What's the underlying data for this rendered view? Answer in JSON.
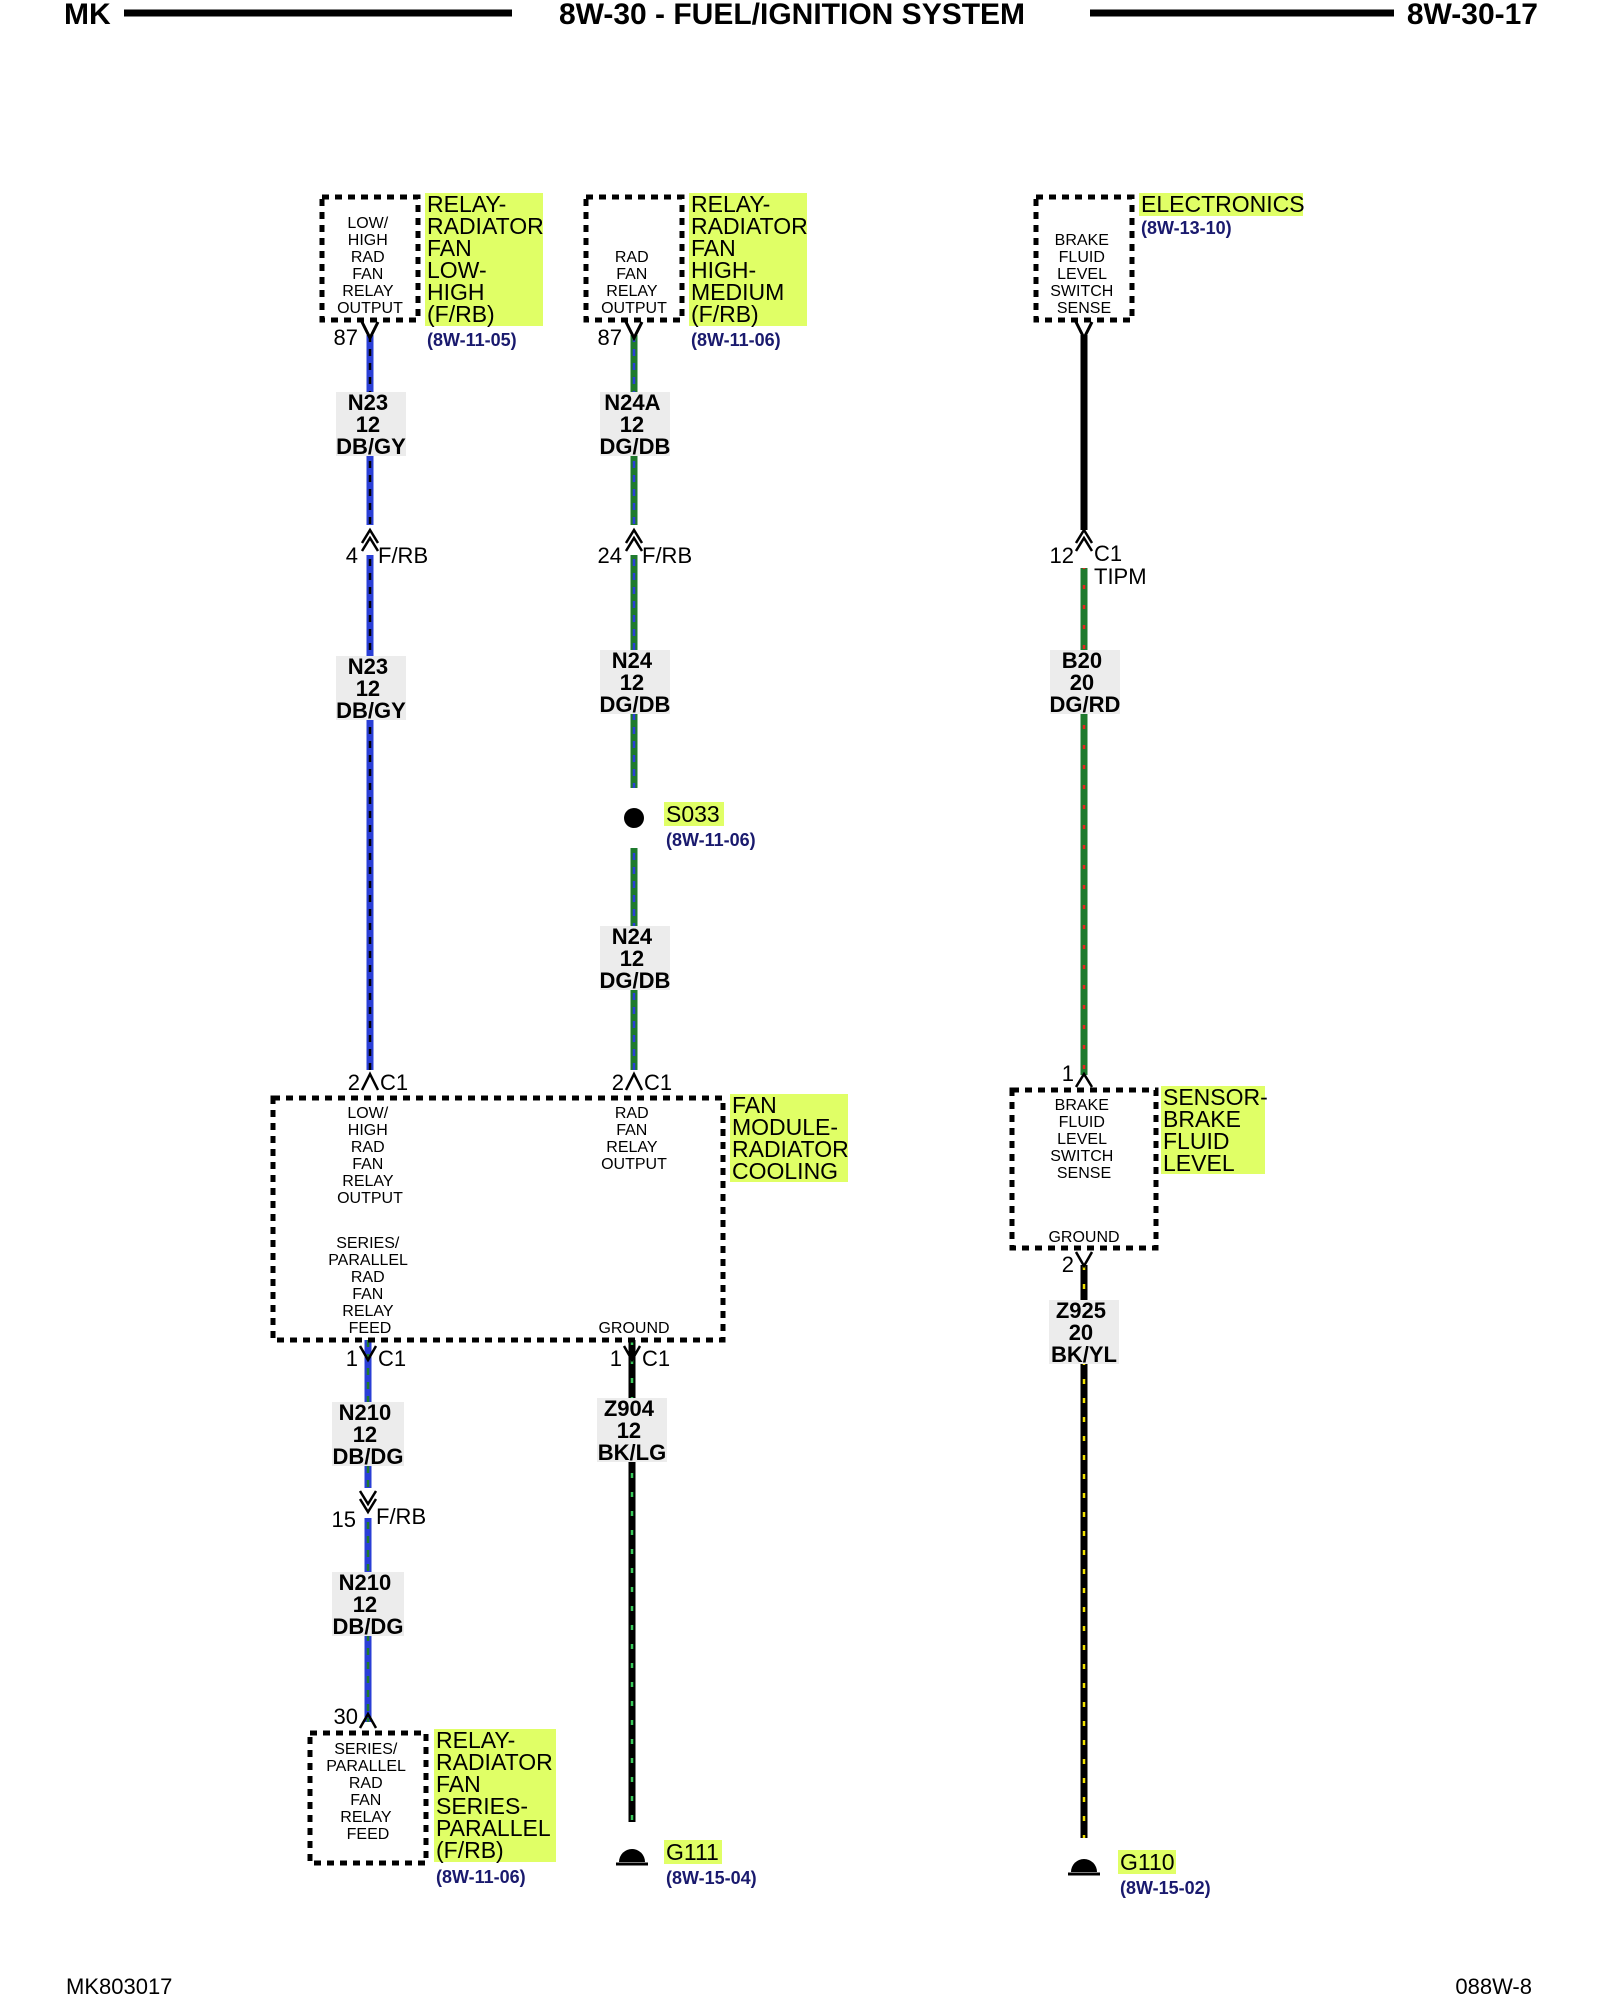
{
  "header": {
    "left": "MK",
    "title": "8W-30 - FUEL/IGNITION SYSTEM",
    "right": "8W-30-17"
  },
  "footer": {
    "left": "MK803017",
    "right": "088W-8"
  },
  "components": {
    "relay_low_high": {
      "pin_lines": [
        "LOW/",
        "HIGH",
        "RAD",
        "FAN",
        "RELAY",
        "OUTPUT"
      ],
      "name_lines": [
        "RELAY-",
        "RADIATOR",
        "FAN",
        "LOW-",
        "HIGH",
        "(F/RB)"
      ],
      "ref": "(8W-11-05)",
      "pin": "87"
    },
    "relay_high_medium": {
      "pin_lines": [
        "RAD",
        "FAN",
        "RELAY",
        "OUTPUT"
      ],
      "name_lines": [
        "RELAY-",
        "RADIATOR",
        "FAN",
        "HIGH-",
        "MEDIUM",
        "(F/RB)"
      ],
      "ref": "(8W-11-06)",
      "pin": "87"
    },
    "electronics": {
      "pin_lines": [
        "BRAKE",
        "FLUID",
        "LEVEL",
        "SWITCH",
        "SENSE"
      ],
      "name_lines": [
        "ELECTRONICS"
      ],
      "ref": "(8W-13-10)"
    },
    "fan_module": {
      "left_lines": [
        "LOW/",
        "HIGH",
        "RAD",
        "FAN",
        "RELAY",
        "OUTPUT"
      ],
      "right_lines": [
        "RAD",
        "FAN",
        "RELAY",
        "OUTPUT"
      ],
      "feed_lines": [
        "SERIES/",
        "PARALLEL",
        "RAD",
        "FAN",
        "RELAY",
        "FEED"
      ],
      "ground": "GROUND",
      "name_lines": [
        "FAN",
        "MODULE-",
        "RADIATOR",
        "COOLING"
      ]
    },
    "sensor_brake": {
      "pin_lines": [
        "BRAKE",
        "FLUID",
        "LEVEL",
        "SWITCH",
        "SENSE"
      ],
      "ground": "GROUND",
      "name_lines": [
        "SENSOR-",
        "BRAKE",
        "FLUID",
        "LEVEL"
      ],
      "pin_top": "1",
      "pin_bottom": "2"
    },
    "relay_series_parallel": {
      "pin_lines": [
        "SERIES/",
        "PARALLEL",
        "RAD",
        "FAN",
        "RELAY",
        "FEED"
      ],
      "name_lines": [
        "RELAY-",
        "RADIATOR",
        "FAN",
        "SERIES-",
        "PARALLEL",
        "(F/RB)"
      ],
      "ref": "(8W-11-06)",
      "pin": "30"
    }
  },
  "wires": [
    {
      "circuit": "N23",
      "gauge": "12",
      "color": "DB/GY"
    },
    {
      "circuit": "N23",
      "gauge": "12",
      "color": "DB/GY"
    },
    {
      "circuit": "N24A",
      "gauge": "12",
      "color": "DG/DB"
    },
    {
      "circuit": "N24",
      "gauge": "12",
      "color": "DG/DB"
    },
    {
      "circuit": "N24",
      "gauge": "12",
      "color": "DG/DB"
    },
    {
      "circuit": "B20",
      "gauge": "20",
      "color": "DG/RD"
    },
    {
      "circuit": "N210",
      "gauge": "12",
      "color": "DB/DG"
    },
    {
      "circuit": "N210",
      "gauge": "12",
      "color": "DB/DG"
    },
    {
      "circuit": "Z904",
      "gauge": "12",
      "color": "BK/LG"
    },
    {
      "circuit": "Z925",
      "gauge": "20",
      "color": "BK/YL"
    }
  ],
  "connectors": [
    {
      "pin": "4",
      "name": "F/RB"
    },
    {
      "pin": "24",
      "name": "F/RB"
    },
    {
      "pin": "12",
      "name": "C1",
      "sub": "TIPM"
    },
    {
      "pin": "2",
      "name": "C1"
    },
    {
      "pin": "2",
      "name": "C1"
    },
    {
      "pin": "1",
      "name": "C1"
    },
    {
      "pin": "1",
      "name": "C1"
    },
    {
      "pin": "15",
      "name": "F/RB"
    }
  ],
  "splice": {
    "name": "S033",
    "ref": "(8W-11-06)"
  },
  "grounds": [
    {
      "name": "G111",
      "ref": "(8W-15-04)"
    },
    {
      "name": "G110",
      "ref": "(8W-15-02)"
    }
  ],
  "colors": {
    "highlight": "#e0ff66",
    "ref_text": "#1a1a6e",
    "dark_blue": "#2a3fd6",
    "dark_green": "#1f7a2e",
    "red": "#e8231f",
    "yellow": "#f2e200",
    "black": "#000000"
  }
}
